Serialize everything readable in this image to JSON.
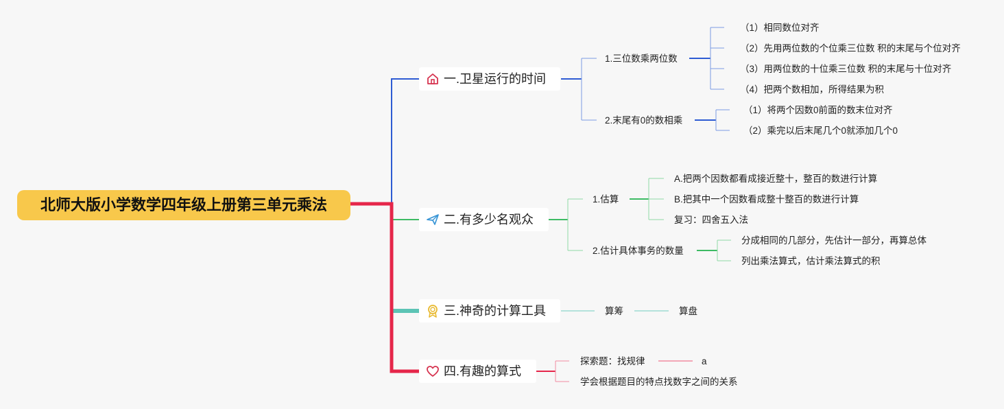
{
  "root": {
    "title": "北师大版小学数学四年级上册第三单元乘法"
  },
  "colors": {
    "root_bg": "#f8c84b",
    "branch1": "#2d5bd3",
    "branch2": "#3dbb64",
    "branch3": "#5cc4b5",
    "branch4": "#e5264a"
  },
  "branches": [
    {
      "label": "一.卫星运行的时间",
      "icon": "house-icon",
      "children": [
        {
          "label": "1.三位数乘两位数",
          "items": [
            "（1）相同数位对齐",
            "（2）先用两位数的个位乘三位数 积的末尾与个位对齐",
            "（3）用两位数的十位乘三位数 积的末尾与十位对齐",
            "（4）把两个数相加，所得结果为积"
          ]
        },
        {
          "label": "2.末尾有0的数相乘",
          "items": [
            "（1）将两个因数0前面的数末位对齐",
            "（2）乘完以后末尾几个0就添加几个0"
          ]
        }
      ]
    },
    {
      "label": "二.有多少名观众",
      "icon": "paper-plane-icon",
      "children": [
        {
          "label": "1.估算",
          "items": [
            "A.把两个因数都看成接近整十，整百的数进行计算",
            "B.把其中一个因数看成整十整百的数进行计算",
            "复习：四舍五入法"
          ]
        },
        {
          "label": "2.估计具体事务的数量",
          "items": [
            "分成相同的几部分，先估计一部分，再算总体",
            "列出乘法算式，估计乘法算式的积"
          ]
        }
      ]
    },
    {
      "label": "三.神奇的计算工具",
      "icon": "award-icon",
      "children": [
        {
          "label": "算筹"
        },
        {
          "label": "算盘"
        }
      ]
    },
    {
      "label": "四.有趣的算式",
      "icon": "heart-icon",
      "children": [
        {
          "label": "探索题：找规律",
          "items": [
            "a"
          ]
        },
        {
          "label": "学会根据题目的特点找数字之间的关系"
        }
      ]
    }
  ]
}
